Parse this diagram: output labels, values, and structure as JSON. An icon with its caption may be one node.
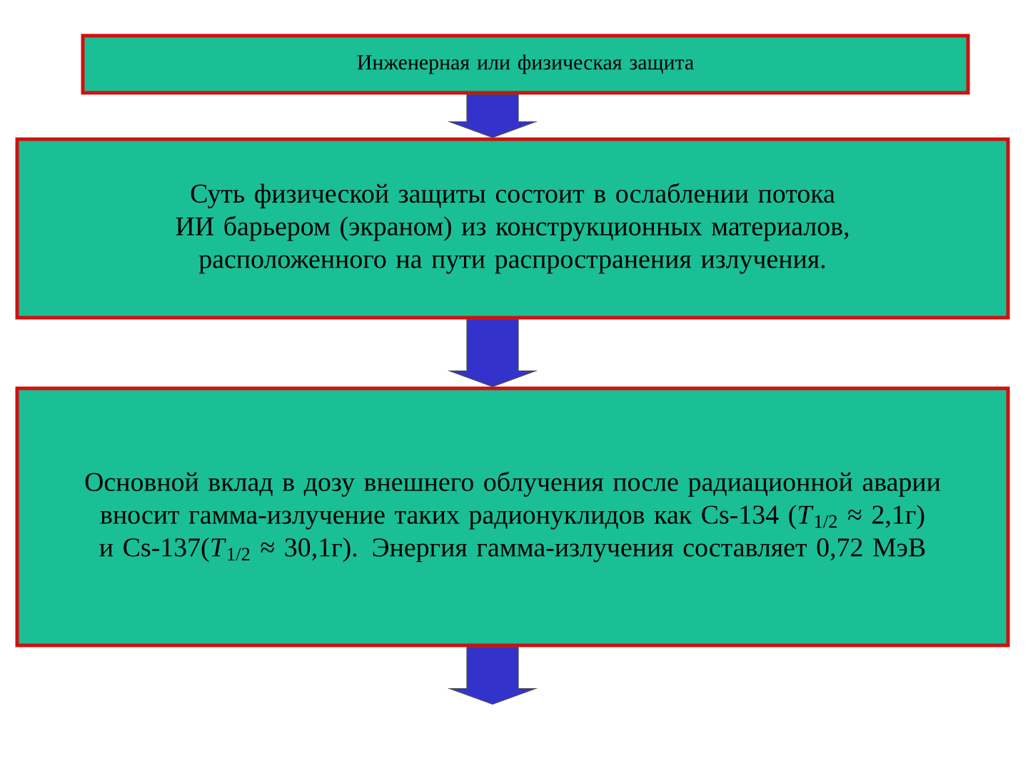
{
  "diagram": {
    "nodes": [
      {
        "text": [
          "Инженерная или физическая защита"
        ]
      },
      {
        "text": [
          "Суть физической защиты состоит в ослаблении потока ИИ барьером (экраном) из конструкционных материалов, расположенного на пути распространения излучения."
        ]
      },
      {
        "text": [
          "Основной вклад в дозу внешнего облучения после радиационной аварии вносит гамма-излучение таких радионуклидов как Cs-134 (*T*$_{1/2}$ ≈ 2,1г) и Cs-137(*T*$_{1/2}$ ≈ 30,1г). Энергия гамма-излучения составляет 0,72 МэВ"
        ]
      }
    ],
    "edges": [
      {
        "from": 0,
        "to": 1,
        "arrow": "to"
      },
      {
        "from": 1,
        "to": 2,
        "arrow": "to"
      },
      {
        "from": 2,
        "to": null,
        "arrow": "to"
      }
    ]
  }
}
